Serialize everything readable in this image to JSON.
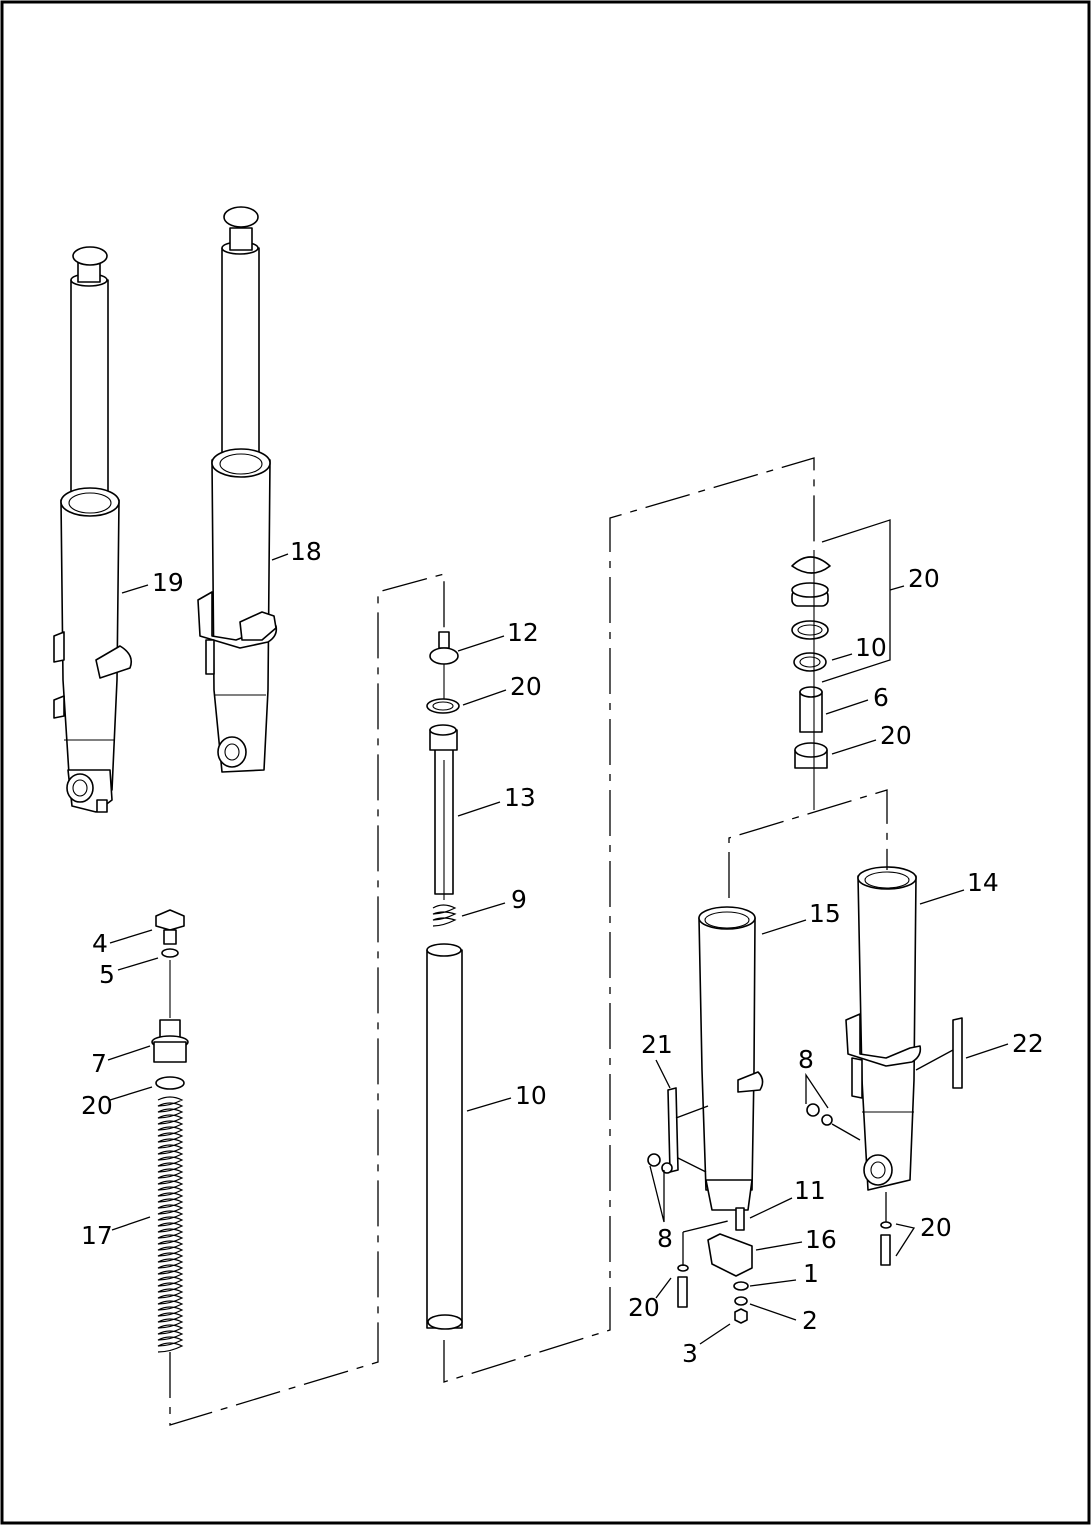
{
  "diagram": {
    "callouts": [
      {
        "id": "c-19",
        "text": "19"
      },
      {
        "id": "c-18",
        "text": "18"
      },
      {
        "id": "c-12",
        "text": "12"
      },
      {
        "id": "c-20a",
        "text": "20"
      },
      {
        "id": "c-13",
        "text": "13"
      },
      {
        "id": "c-9",
        "text": "9"
      },
      {
        "id": "c-10a",
        "text": "10"
      },
      {
        "id": "c-4",
        "text": "4"
      },
      {
        "id": "c-5",
        "text": "5"
      },
      {
        "id": "c-7",
        "text": "7"
      },
      {
        "id": "c-20b",
        "text": "20"
      },
      {
        "id": "c-17",
        "text": "17"
      },
      {
        "id": "c-20c",
        "text": "20"
      },
      {
        "id": "c-10b",
        "text": "10"
      },
      {
        "id": "c-6",
        "text": "6"
      },
      {
        "id": "c-20d",
        "text": "20"
      },
      {
        "id": "c-14",
        "text": "14"
      },
      {
        "id": "c-15",
        "text": "15"
      },
      {
        "id": "c-21",
        "text": "21"
      },
      {
        "id": "c-8a",
        "text": "8"
      },
      {
        "id": "c-22",
        "text": "22"
      },
      {
        "id": "c-11",
        "text": "11"
      },
      {
        "id": "c-16",
        "text": "16"
      },
      {
        "id": "c-8b",
        "text": "8"
      },
      {
        "id": "c-20e",
        "text": "20"
      },
      {
        "id": "c-1",
        "text": "1"
      },
      {
        "id": "c-20f",
        "text": "20"
      },
      {
        "id": "c-2",
        "text": "2"
      },
      {
        "id": "c-3",
        "text": "3"
      }
    ]
  }
}
